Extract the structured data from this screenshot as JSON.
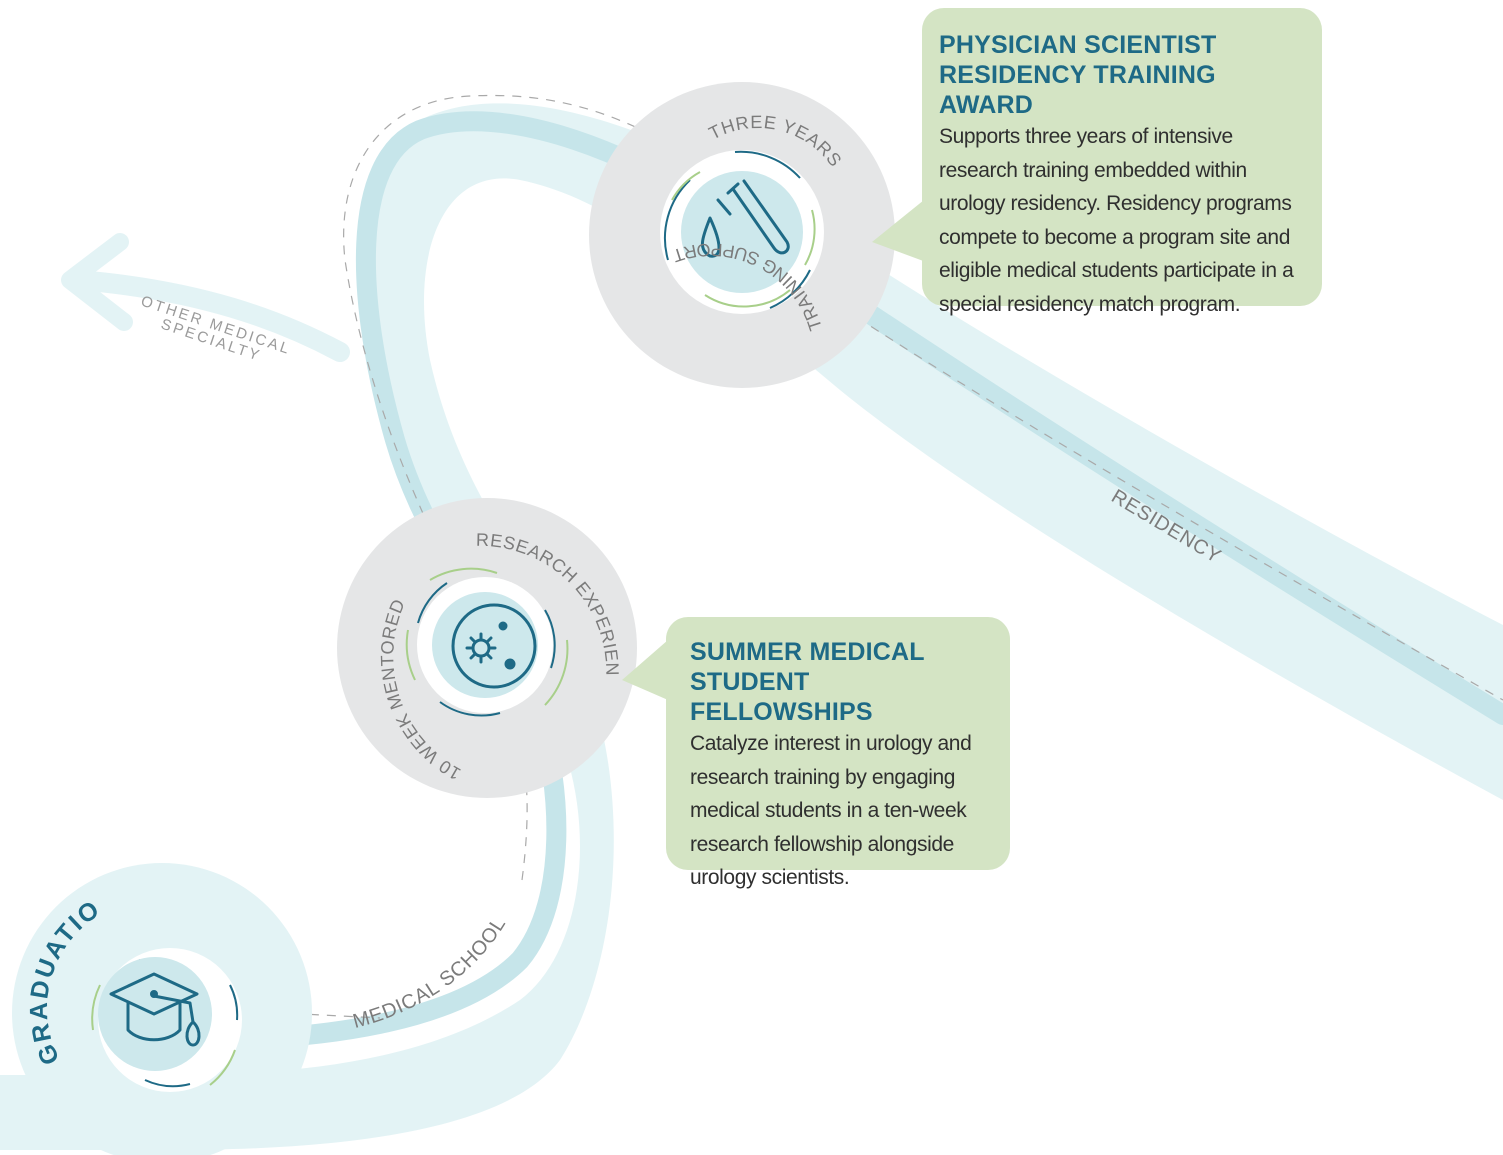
{
  "colors": {
    "band": "#e3f3f5",
    "track": "#c6e5ea",
    "node_gray": "#e5e6e7",
    "icon_fill": "#cde8ec",
    "accent_blue": "#1e6a86",
    "accent_green": "#a8cf8a",
    "callout_green": "#d4e4c4",
    "label_gray": "#8a8a8a"
  },
  "nodes": {
    "graduation": {
      "label": "GRADUATION",
      "icon": "graduation-cap-icon"
    },
    "summer": {
      "top_label": "RESEARCH EXPERIENCE",
      "side_label": "10 WEEK MENTORED",
      "icon": "microbe-petri-dish-icon"
    },
    "physician": {
      "top_label": "THREE YEARS",
      "bottom_label": "TRAINING SUPPORT",
      "icon": "test-tube-drop-icon"
    }
  },
  "path_labels": {
    "medical_school": "MEDICAL SCHOOL",
    "residency": "RESIDENCY",
    "other_specialty_line1": "OTHER MEDICAL",
    "other_specialty_line2": "SPECIALTY"
  },
  "callouts": {
    "physician": {
      "title_line1": "PHYSICIAN SCIENTIST",
      "title_line2": "RESIDENCY TRAINING AWARD",
      "body": "Supports three years of intensive research training embedded within urology residency. Residency programs compete to become a program site and eligible medical students participate in a special residency match program."
    },
    "summer": {
      "title_line1": "SUMMER MEDICAL",
      "title_line2": "STUDENT FELLOWSHIPS",
      "body": "Catalyze interest in urology and research training by engaging medical students in a ten-week research fellowship alongside urology scientists."
    }
  }
}
